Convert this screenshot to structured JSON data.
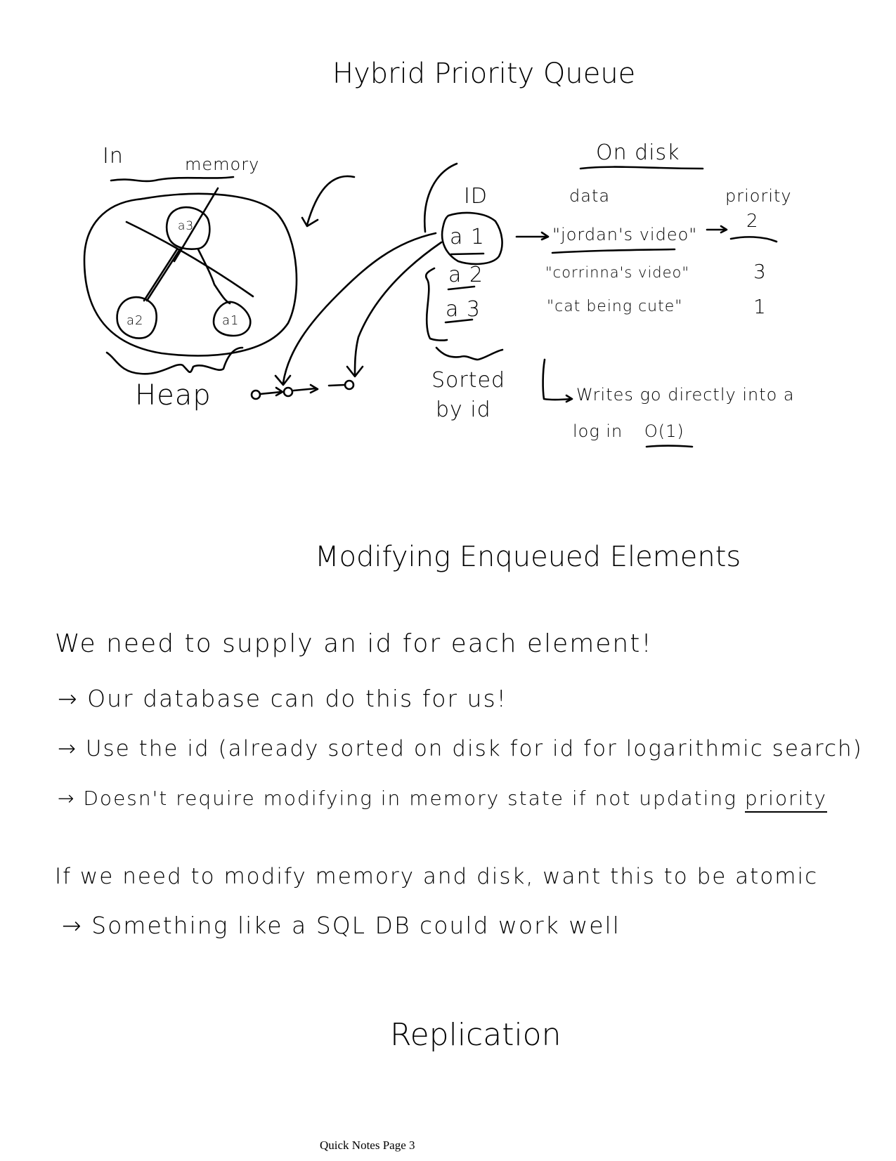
{
  "page": {
    "footer": "Quick Notes Page 3"
  },
  "section_hybrid": {
    "title": "Hybrid Priority Queue",
    "in_memory": {
      "label_in": "In",
      "label_memory": "memory",
      "heap_label": "Heap",
      "nodes": [
        "a3",
        "a2",
        "a1"
      ]
    },
    "id_column": {
      "header": "ID",
      "ids": [
        "a 1",
        "a 2",
        "a 3"
      ],
      "sorted_note_line1": "Sorted",
      "sorted_note_line2": "by id"
    },
    "on_disk": {
      "label": "On disk",
      "data_header": "data",
      "priority_header": "priority",
      "rows": [
        {
          "data": "\"jordan's video\"",
          "priority": "2"
        },
        {
          "data": "\"corrinna's video\"",
          "priority": "3"
        },
        {
          "data": "\"cat being cute\"",
          "priority": "1"
        }
      ],
      "writes_note_line1": "Writes go directly into a",
      "writes_note_line2_pre": "log in",
      "writes_note_line2_big_o": "O(1)"
    }
  },
  "section_modifying": {
    "title": "Modifying Enqueued Elements",
    "lines": [
      "We need to supply an id for each element!",
      "Our database can do this for us!",
      "Use the id (already sorted on disk for id for logarithmic search)",
      "Doesn't require modifying in memory state if not updating",
      "If we need to modify memory and disk, want this to be atomic",
      "Something like a SQL DB could work well"
    ],
    "line4_underlined_word": "priority",
    "bullet_arrow": "→"
  },
  "section_replication": {
    "title": "Replication"
  }
}
